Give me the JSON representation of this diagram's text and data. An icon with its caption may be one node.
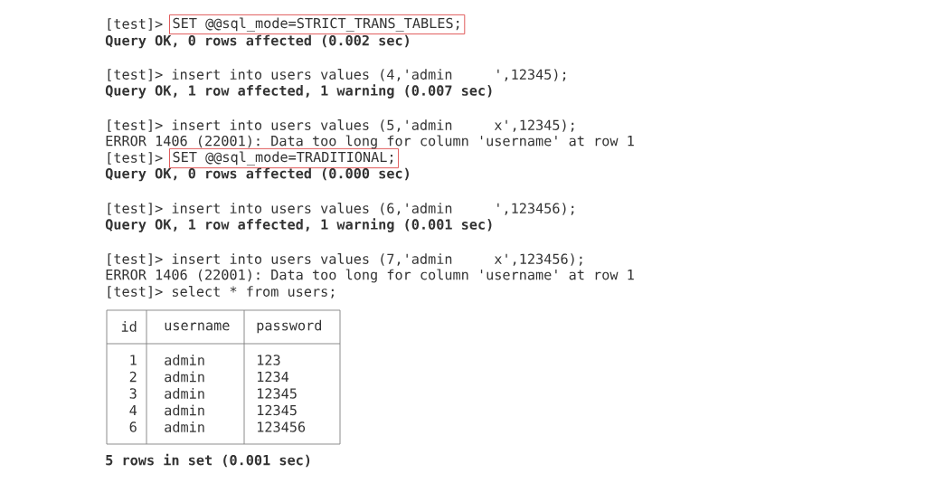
{
  "diagram": {
    "nodes": [
      {
        "text": [
          "SET @@sql_mode=STRICT_TRANS_TABLES;"
        ]
      },
      {
        "text": [
          "SET @@sql_mode=TRADITIONAL;"
        ]
      }
    ],
    "labels": [
      "[test]>",
      "Query OK, 0 rows affected (0.002 sec)",
      "[test]> insert into users values (4,'admin     ',12345);",
      "Query OK, 1 row affected, 1 warning (0.007 sec)",
      "[test]> insert into users values (5,'admin     x',12345);",
      "ERROR 1406 (22001): Data too long for column 'username' at row 1",
      "[test]>",
      "Query OK, 0 rows affected (0.000 sec)",
      "[test]> insert into users values (6,'admin     ',123456);",
      "Query OK, 1 row affected, 1 warning (0.001 sec)",
      "[test]> insert into users values (7,'admin     x',123456);",
      "ERROR 1406 (22001): Data too long for column 'username' at row 1",
      "[test]> select * from users;",
      "id",
      "username",
      "password",
      "1",
      "admin",
      "123",
      "2",
      "admin",
      "1234",
      "3",
      "admin",
      "12345",
      "4",
      "admin",
      "12345",
      "6",
      "admin",
      "123456",
      "5 rows in set (0.001 sec)"
    ]
  }
}
